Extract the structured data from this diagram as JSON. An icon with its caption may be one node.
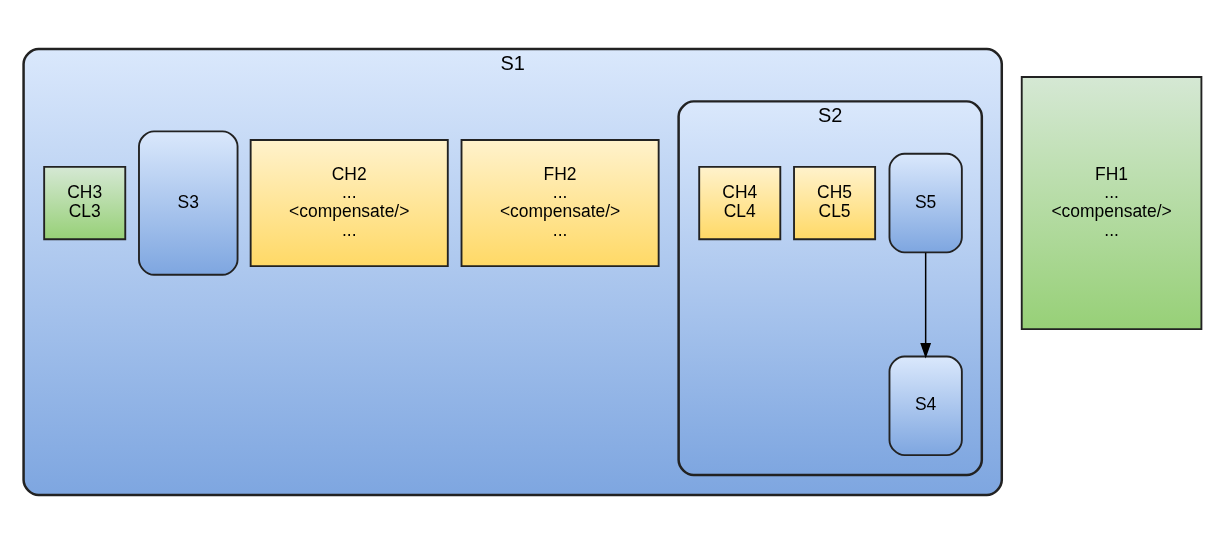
{
  "diagram": {
    "nodes": [
      {
        "text": [
          "S1"
        ]
      },
      {
        "text": [
          "S2"
        ],
        "in": 0
      },
      {
        "text": [
          "S5"
        ],
        "in": 1
      },
      {
        "text": [
          "CH5",
          "CL5"
        ],
        "in": 1
      },
      {
        "text": [
          "S4"
        ],
        "in": 1
      },
      {
        "text": [
          "CH4",
          "CL4"
        ],
        "in": 1
      },
      {
        "text": [
          "FH2",
          "...",
          "<compensate/>",
          "..."
        ],
        "in": 0
      },
      {
        "text": [
          "CH2",
          "...",
          "<compensate/>",
          "..."
        ],
        "in": 0
      },
      {
        "text": [
          "S3"
        ],
        "in": 0
      },
      {
        "text": [
          "CH3",
          "CL3"
        ],
        "in": 0
      },
      {
        "text": [
          "FH1",
          "...",
          "<compensate/>",
          "..."
        ]
      }
    ],
    "edges": [
      {
        "from": 2,
        "to": 4,
        "arrow": "to"
      }
    ]
  }
}
